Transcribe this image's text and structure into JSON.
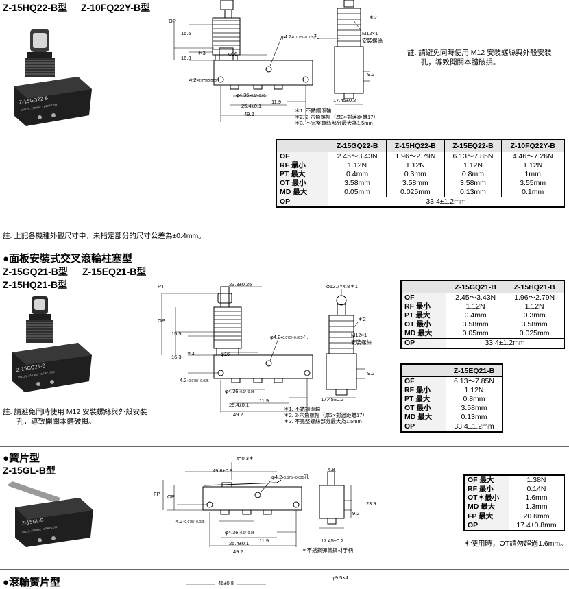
{
  "top": {
    "models_line": [
      "Z-15HQ22-B型",
      "Z-10FQ22Y-B型"
    ],
    "dims": {
      "op": "OP",
      "d1": "15.5",
      "d2": "16.3",
      "d3": "＊3",
      "d4": "φ16",
      "hole": "φ4.2",
      "hole_tol": "+0.075/−0.025",
      "hole_suffix": "孔",
      "d5": "4.2",
      "d5_tol": "+0.075/0.025",
      "d6": "φ4.36",
      "d6_tol": "+0.1/−0.05",
      "d7": "11.9",
      "d8": "25.4±0.1",
      "d9": "49.2",
      "star2": "＊2",
      "m12": "M12×1",
      "m12_sub": "安裝螺絲",
      "d10": "9.2",
      "d11": "17.45±0.2"
    },
    "footnotes": [
      "＊1. 不銹鋼滾輪",
      "＊2. 2-六角螺帽（厚3×對邊距離17）",
      "＊3. 不完整螺絲部分最大為1.5mm"
    ],
    "side_note": [
      "註. 請避免同時使用  M12  安裝螺絲與外殼安裝",
      "孔，導致開關本體破損。"
    ],
    "table": {
      "headers": [
        "",
        "Z-15GQ22-B",
        "Z-15HQ22-B",
        "Z-15EQ22-B",
        "Z-10FQ22Y-B"
      ],
      "labels": [
        "OF",
        "RF  最小",
        "PT  最大",
        "OT  最小",
        "MD  最大"
      ],
      "cols": [
        [
          "2.45～3.43N",
          "1.12N",
          "0.4mm",
          "3.58mm",
          "0.05mm"
        ],
        [
          "1.96～2.79N",
          "1.12N",
          "0.3mm",
          "3.58mm",
          "0.025mm"
        ],
        [
          "6.13～7.85N",
          "1.12N",
          "0.8mm",
          "3.58mm",
          "0.13mm"
        ],
        [
          "4.46～7.26N",
          "1.12N",
          "1mm",
          "3.55mm",
          "0.1mm"
        ]
      ],
      "op_label": "OP",
      "op_value": "33.4±1.2mm"
    },
    "tolerance_note": "註. 上記各機種外觀尺寸中，未指定部分的尺寸公差為±0.4mm。",
    "photo_label": "Z-15GQ22-B"
  },
  "panel": {
    "title": "●面板安裝式交叉滾輪柱塞型",
    "models_line1": [
      "Z-15GQ21-B型",
      "Z-15EQ21-B型"
    ],
    "models_line2": [
      "Z-15HQ21-B型"
    ],
    "dims": {
      "pt": "PT",
      "op": "OP",
      "d1": "23.3±0.25",
      "d2": "15.5",
      "d3": "16.3",
      "d4": "＊3",
      "d5": "φ16",
      "hole": "φ4.2",
      "hole_tol": "+0.075/−0.025",
      "hole_suffix": "孔",
      "d6": "4.2",
      "d6_tol": "+0.075/−0.025",
      "d7": "φ4.36",
      "d7_tol": "+0.1/−0.05",
      "d8": "11.9",
      "d9": "25.4±0.1",
      "d10": "49.2",
      "roller": "φ12.7×4.8＊1",
      "star2": "＊2",
      "m12": "M12×1",
      "m12_sub": "安裝螺絲",
      "d11": "9.2",
      "d12": "17.45±0.2"
    },
    "footnotes": [
      "＊1. 不銹鋼滾輪",
      "＊2. 2-六角螺帽（厚3×對邊距離17）",
      "＊3. 不完整螺絲部分最大為1.5mm"
    ],
    "side_note": [
      "註. 請避免同時使用  M12  安裝螺絲與外殼安裝",
      "孔，導致開關本體破損。"
    ],
    "table1": {
      "headers": [
        "",
        "Z-15GQ21-B",
        "Z-15HQ21-B"
      ],
      "labels": [
        "OF",
        "RF  最小",
        "PT  最大",
        "OT  最小",
        "MD  最大"
      ],
      "cols": [
        [
          "2.45～3.43N",
          "1.12N",
          "0.4mm",
          "3.58mm",
          "0.05mm"
        ],
        [
          "1.96～2.79N",
          "1.12N",
          "0.3mm",
          "3.58mm",
          "0.025mm"
        ]
      ],
      "op_label": "OP",
      "op_value": "33.4±1.2mm"
    },
    "table2": {
      "headers": [
        "",
        "Z-15EQ21-B"
      ],
      "labels": [
        "OF",
        "RF  最小",
        "PT  最大",
        "OT  最小",
        "MD  最大"
      ],
      "cols": [
        [
          "6.13～7.85N",
          "1.12N",
          "0.8mm",
          "3.58mm",
          "0.13mm"
        ]
      ],
      "op_label": "OP",
      "op_value": "33.4±1.2mm"
    },
    "photo_label": "Z-15GQ21-B"
  },
  "leaf": {
    "title": "●簧片型",
    "model": "Z-15GL-B型",
    "dims": {
      "t": "t=0.3＊",
      "d1": "49.6±0.8",
      "hole": "φ4.2",
      "hole_tol": "+0.075/−0.025",
      "hole_suffix": "孔",
      "fp": "FP",
      "op": "OP",
      "d2": "4.2",
      "d2_tol": "+0.075/−0.025",
      "d3": "φ4.36",
      "d3_tol": "+0.1/−0.05",
      "d4": "11.9",
      "d5": "25.4±0.1",
      "d6": "49.2",
      "d7": "4.8",
      "d8": "23.9",
      "d9": "9.2",
      "d10": "17.45±0.2"
    },
    "footnote": "＊不銹鋼彈簧鋼材手柄",
    "table": {
      "rows": [
        [
          "OF  最大",
          "1.38N"
        ],
        [
          "RF  最小",
          "0.14N"
        ],
        [
          "OT＊最小",
          "1.6mm"
        ],
        [
          "MD  最大",
          "1.3mm"
        ]
      ],
      "rows2": [
        [
          "FP  最大",
          "20.6mm"
        ],
        [
          "OP",
          "17.4±0.8mm"
        ]
      ]
    },
    "note": "＊使用時，OT請勿超過1.6mm。",
    "photo_label": "Z-15GL-B"
  },
  "roller_leaf": {
    "title": "●滾輪簧片型",
    "d1": "46±0.8",
    "d2": "φ9.5×4"
  },
  "colors": {
    "header_bg": "#e4e4e4",
    "line": "#000000",
    "body_dark": "#2a2a2a"
  }
}
